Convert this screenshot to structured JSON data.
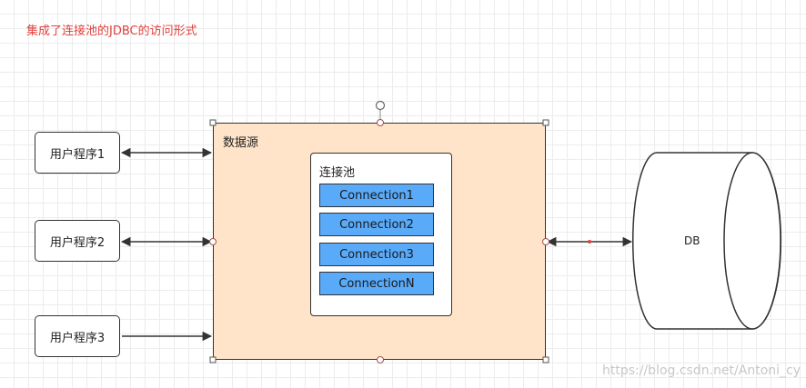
{
  "caption": "集成了连接池的JDBC的访问形式",
  "user_programs": [
    {
      "label": "用户程序1"
    },
    {
      "label": "用户程序2"
    },
    {
      "label": "用户程序3"
    }
  ],
  "datasource": {
    "label": "数据源",
    "pool": {
      "label": "连接池",
      "connections": [
        "Connection1",
        "Connection2",
        "Connection3",
        "ConnectionN"
      ]
    }
  },
  "database": {
    "label": "DB"
  },
  "watermark": "https://blog.csdn.net/Antoni_cy",
  "colors": {
    "datasource_fill": "#ffe4c9",
    "connection_fill": "#59aaf9",
    "caption_text": "#e0413b",
    "stroke": "#333333"
  }
}
